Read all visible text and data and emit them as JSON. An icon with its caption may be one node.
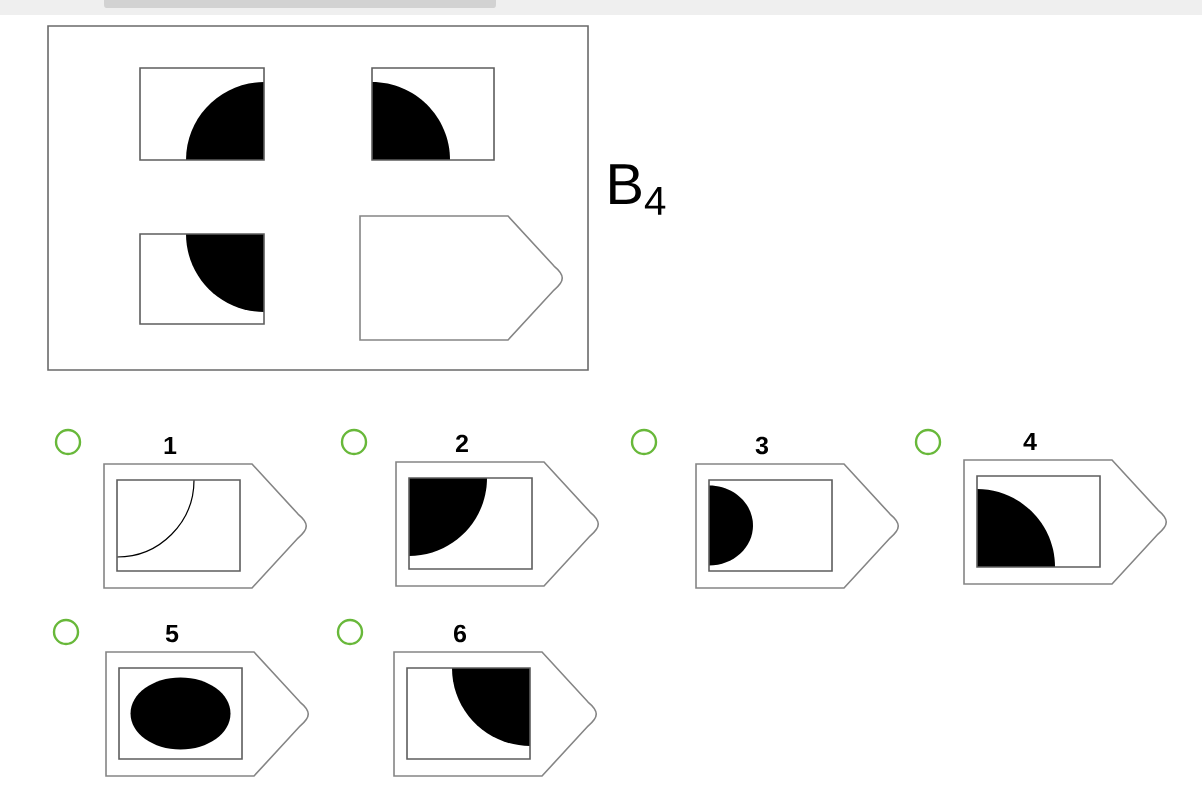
{
  "diagram": {
    "nodes": [
      {
        "text": [],
        "shape": "box"
      },
      {
        "text": [],
        "shape": "box",
        "in": 0
      },
      {
        "text": [],
        "shape": "box",
        "in": 0
      },
      {
        "text": [],
        "shape": "box",
        "in": 0
      },
      {
        "text": [],
        "shape": "pentagon",
        "in": 0
      },
      {
        "text": [
          "1"
        ]
      },
      {
        "text": [
          "2"
        ]
      },
      {
        "text": [
          "3"
        ]
      },
      {
        "text": [
          "4"
        ]
      },
      {
        "text": [
          "5"
        ]
      },
      {
        "text": [
          "6"
        ]
      }
    ],
    "labels": [
      "B$_{4}$"
    ]
  }
}
